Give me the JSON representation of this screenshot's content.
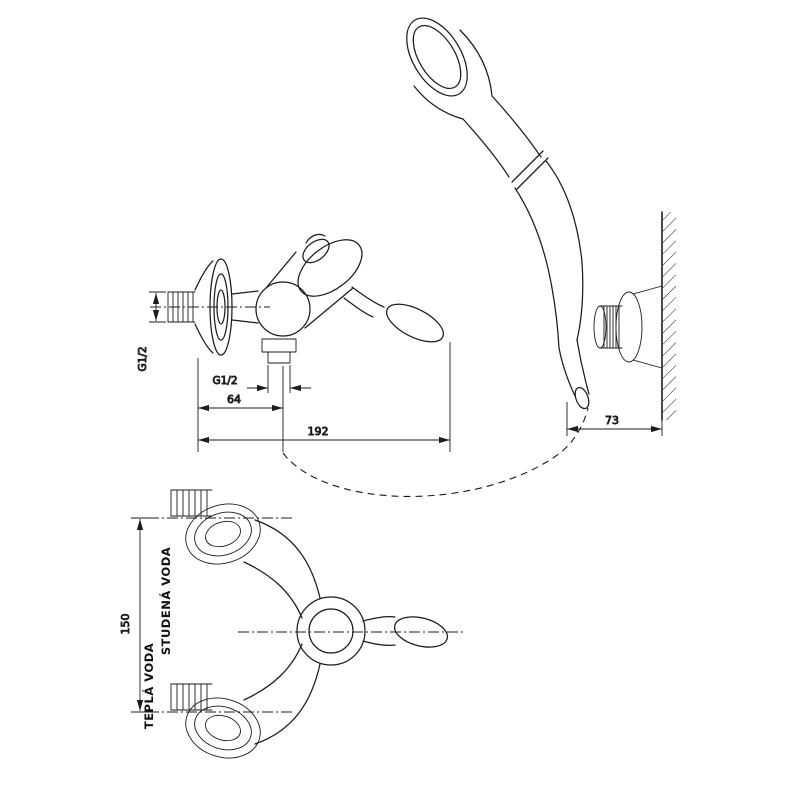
{
  "drawing": {
    "dims": {
      "side_thread": "G1/2",
      "outlet_thread": "G1/2",
      "outlet_offset": "64",
      "overall_width": "192",
      "holder_depth": "73",
      "spacing": "150"
    },
    "labels": {
      "hot": "TEPLÁ VODA",
      "cold": "STUDENÁ VODA"
    },
    "colors": {
      "line": "#1c1c1c",
      "background": "#ffffff"
    }
  }
}
